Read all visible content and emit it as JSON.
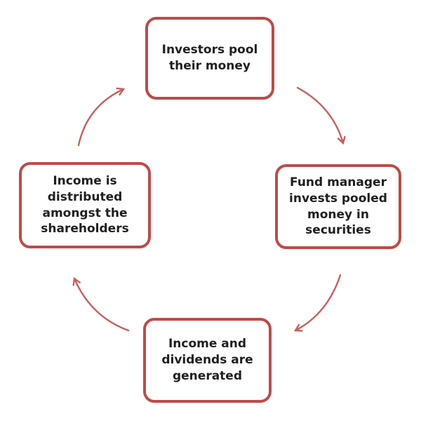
{
  "diagram": {
    "type": "cycle",
    "direction": "clockwise",
    "nodes": [
      {
        "id": "investors-pool",
        "position": "top",
        "label": "Investors pool their money"
      },
      {
        "id": "fund-manager-invests",
        "position": "right",
        "label": "Fund manager invests pooled money in securities"
      },
      {
        "id": "income-generated",
        "position": "bottom",
        "label": "Income and dividends are generated"
      },
      {
        "id": "income-distributed",
        "position": "left",
        "label": "Income is distributed amongst the shareholders"
      }
    ],
    "edges": [
      {
        "from": "investors-pool",
        "to": "fund-manager-invests"
      },
      {
        "from": "fund-manager-invests",
        "to": "income-generated"
      },
      {
        "from": "income-generated",
        "to": "income-distributed"
      },
      {
        "from": "income-distributed",
        "to": "investors-pool"
      }
    ]
  },
  "colors": {
    "box_border": "#bd4b49",
    "box_fill": "#ffffff",
    "arrow": "#c8605d",
    "text": "#1f1f1f",
    "background": "#ffffff"
  }
}
